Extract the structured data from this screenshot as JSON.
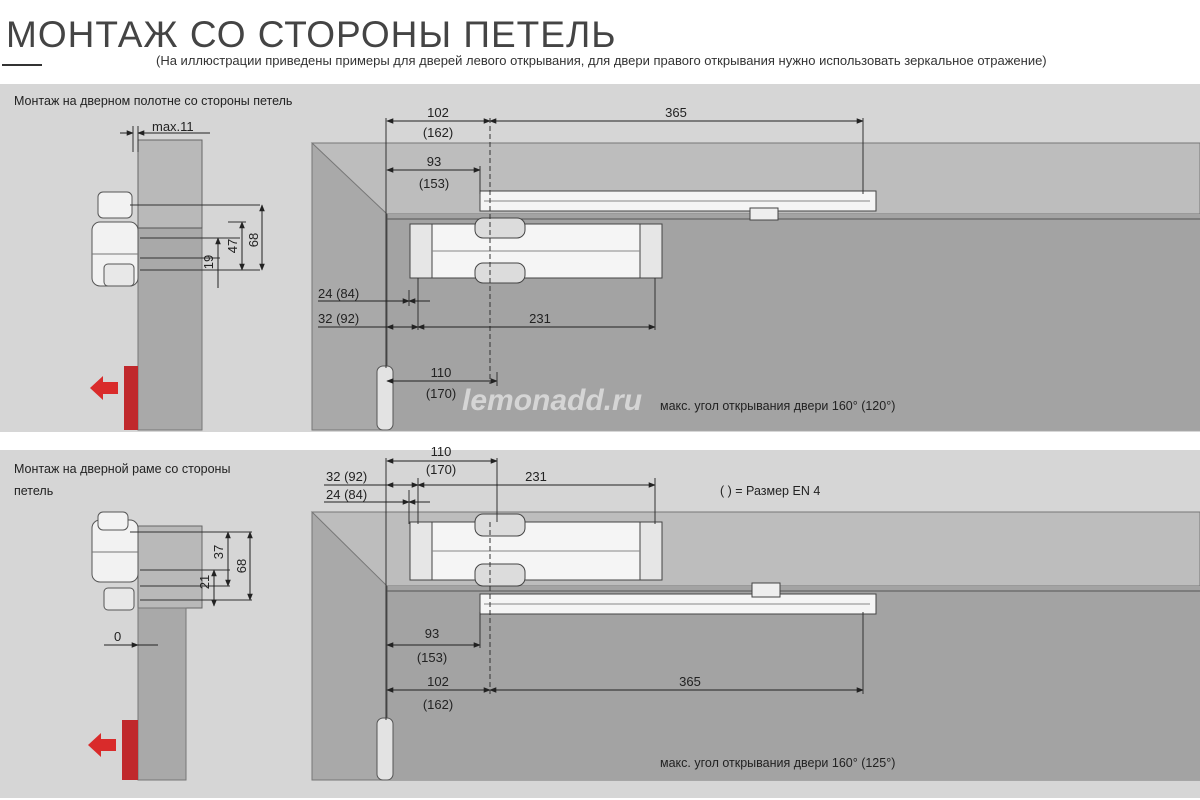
{
  "header": {
    "title": "МОНТАЖ СО СТОРОНЫ ПЕТЕЛЬ",
    "subtitle": "(На иллюстрации приведены примеры для дверей левого открывания, для двери правого открывания нужно использовать зеркальное отражение)"
  },
  "section1": {
    "label": "Монтаж на дверном полотне со стороны петель",
    "dims": {
      "max11": "max.11",
      "d68": "68",
      "d47": "47",
      "d19": "19",
      "d102": "102",
      "d102b": "(162)",
      "d365": "365",
      "d93": "93",
      "d93b": "(153)",
      "d24": "24 (84)",
      "d32": "32 (92)",
      "d231": "231",
      "d110": "110",
      "d110b": "(170)"
    },
    "note": "макс. угол открывания двери 160° (120°)"
  },
  "section2": {
    "label_line1": "Монтаж на дверной раме со стороны",
    "label_line2": "петель",
    "dims": {
      "d110": "110",
      "d110b": "(170)",
      "d32": "32 (92)",
      "d231": "231",
      "d24": "24 (84)",
      "d37": "37",
      "d68": "68",
      "d21": "21",
      "d0": "0",
      "d93": "93",
      "d93b": "(153)",
      "d102": "102",
      "d102b": "(162)",
      "d365": "365"
    },
    "en_note": "( ) = Размер EN 4",
    "note": "макс. угол открывания двери 160° (125°)"
  },
  "watermark": "lemonadd.ru",
  "colors": {
    "panel": "#d6d6d6",
    "door": "#a9a9a9",
    "arrow": "#d92b2b",
    "red_block": "#c0282c"
  }
}
